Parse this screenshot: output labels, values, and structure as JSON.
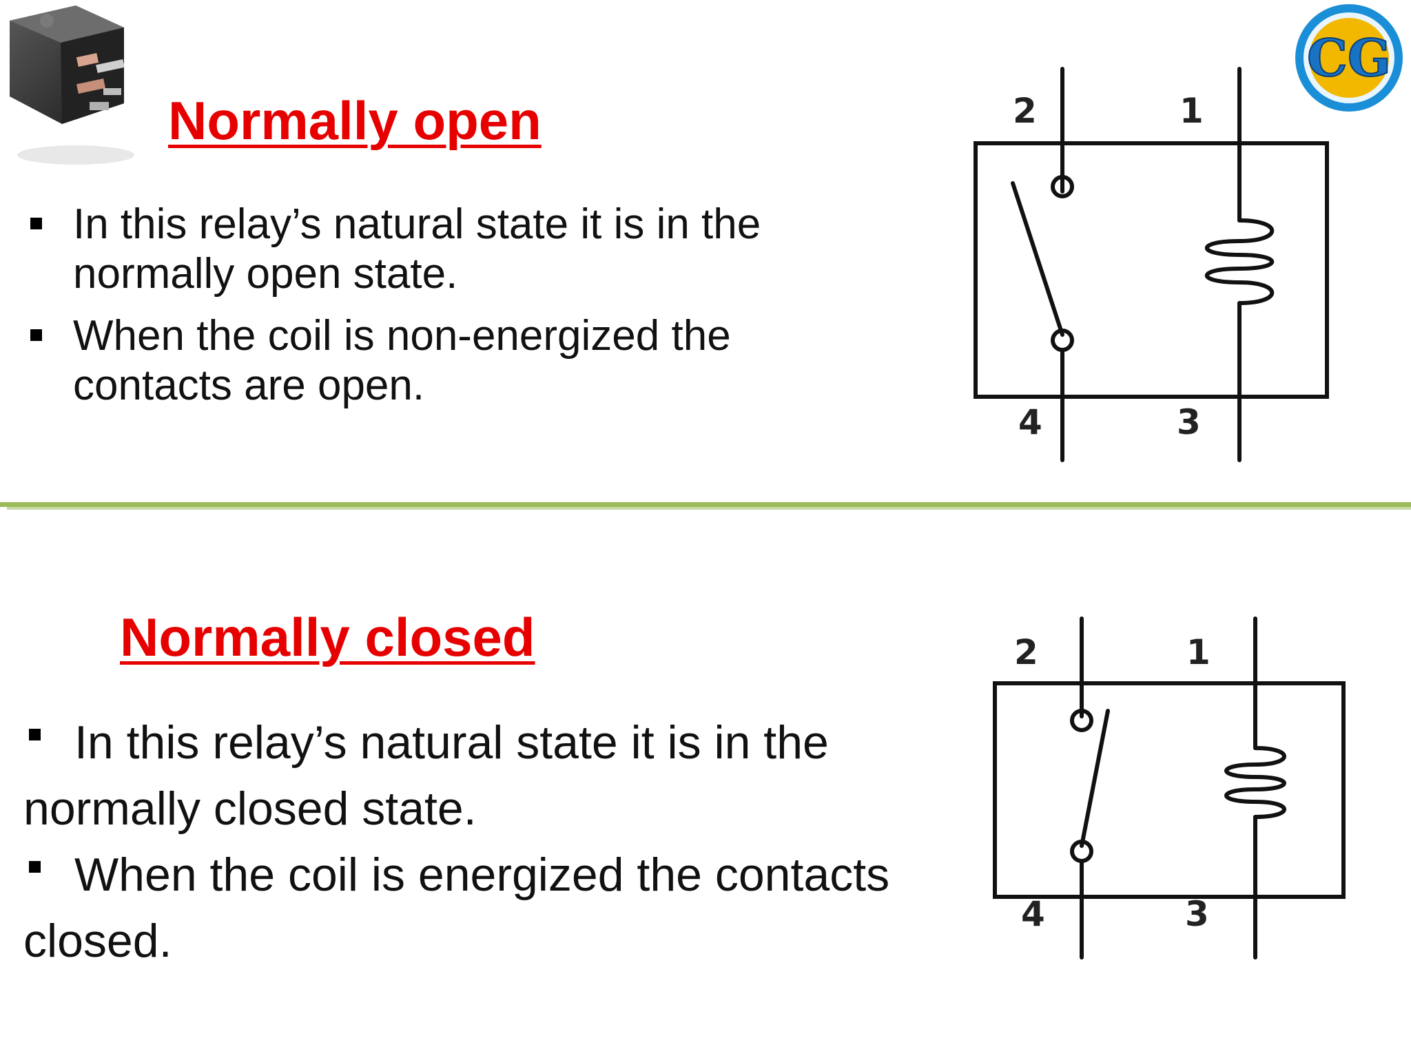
{
  "sections": [
    {
      "title": "Normally open",
      "bullets": [
        "In this relay’s natural state it is in the normally open state.",
        "When the coil is non-energized the contacts are open."
      ]
    },
    {
      "title": "Normally closed",
      "bullets": [
        "In this relay’s natural state it is in the normally closed state.",
        "When the coil is energized the contacts closed."
      ]
    }
  ],
  "diagrams": [
    {
      "pins": {
        "top_left": "2",
        "top_right": "1",
        "bottom_left": "4",
        "bottom_right": "3"
      }
    },
    {
      "pins": {
        "top_left": "2",
        "top_right": "1",
        "bottom_left": "4",
        "bottom_right": "3"
      }
    }
  ],
  "logo": {
    "letters": "CG"
  },
  "colors": {
    "title": "#e60000",
    "divider": "#9bbb59",
    "logo_gold": "#f2b800",
    "logo_blue": "#1a8ed6"
  },
  "icons": [
    "relay-photo-icon",
    "channel-logo-icon",
    "bullet-square-icon"
  ]
}
